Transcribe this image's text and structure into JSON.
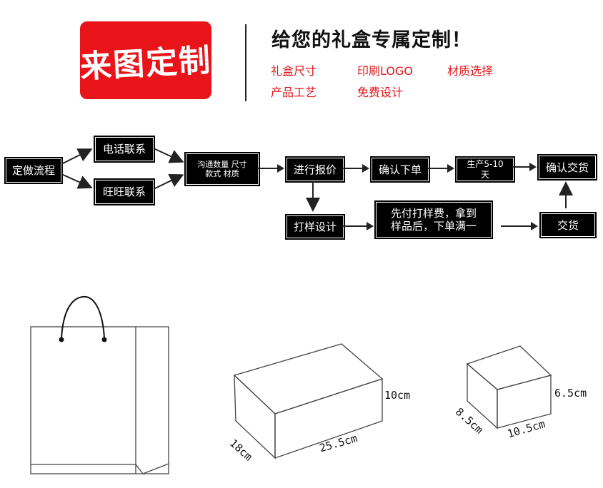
{
  "header": {
    "logo_text": "来图定制",
    "headline": "给您的礼盒专属定制！",
    "features": [
      "礼盒尺寸",
      "印刷LOGO",
      "材质选择",
      "产品工艺",
      "免费设计"
    ]
  },
  "flow": {
    "start": "定做流程",
    "phone": "电话联系",
    "wangwang": "旺旺联系",
    "communicate_line1": "沟通数量 尺寸",
    "communicate_line2": "款式 材质",
    "quote": "进行报价",
    "confirm_order": "确认下单",
    "production_line1": "生产5-10",
    "production_line2": "天",
    "confirm_delivery": "确认交货",
    "sample_design": "打样设计",
    "sample_note_line1": "先付打样费，拿到",
    "sample_note_line2": "样品后，下单满一",
    "delivery": "交货"
  },
  "diagrams": {
    "large_box": {
      "height": "10cm",
      "depth": "18cm",
      "width": "25.5cm"
    },
    "small_box": {
      "height": "6.5cm",
      "depth": "8.5cm",
      "width": "10.5cm"
    }
  },
  "colors": {
    "brand_red": "#e8141a",
    "feature_red": "#e0141a",
    "box_fill": "#000000"
  }
}
